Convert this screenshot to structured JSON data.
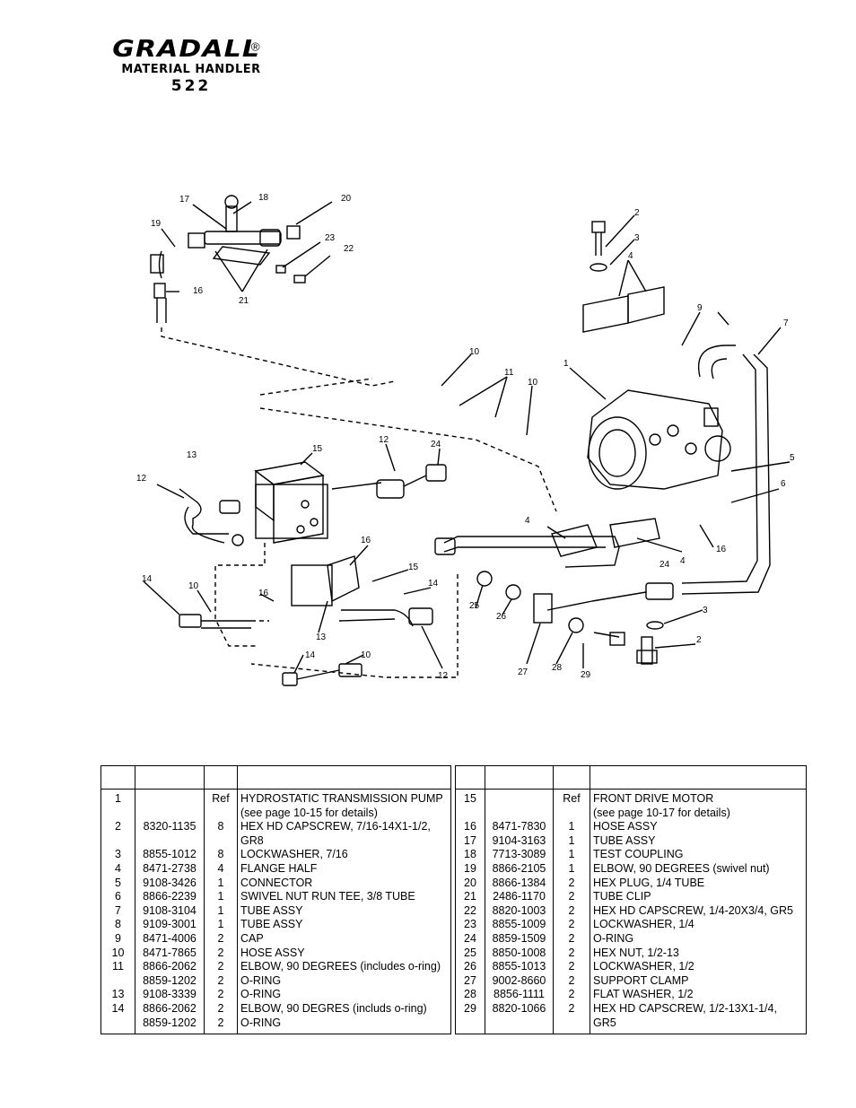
{
  "header": {
    "brand": "GRADALL",
    "registered": "®",
    "subtitle": "MATERIAL HANDLER",
    "model": "522"
  },
  "diagram": {
    "callouts": [
      "1",
      "2",
      "2",
      "3",
      "3",
      "4",
      "4",
      "4",
      "5",
      "6",
      "7",
      "9",
      "10",
      "10",
      "10",
      "10",
      "11",
      "12",
      "12",
      "12",
      "13",
      "13",
      "14",
      "14",
      "14",
      "15",
      "15",
      "16",
      "16",
      "16",
      "16",
      "17",
      "18",
      "20",
      "21",
      "22",
      "23",
      "24",
      "24",
      "25",
      "26",
      "27",
      "28",
      "29",
      "19"
    ]
  },
  "parts_table": {
    "headers": [
      "",
      "",
      "",
      ""
    ],
    "left": [
      {
        "item": "1",
        "part": "",
        "qty": "Ref",
        "desc": "HYDROSTATIC TRANSMISSION PUMP",
        "desc2": "(see page 10-15 for details)"
      },
      {
        "item": "2",
        "part": "8320-1135",
        "qty": "8",
        "desc": "HEX HD CAPSCREW, 7/16-14X1-1/2,",
        "desc2": "GR8"
      },
      {
        "item": "3",
        "part": "8855-1012",
        "qty": "8",
        "desc": "LOCKWASHER, 7/16",
        "desc2": ""
      },
      {
        "item": "4",
        "part": "8471-2738",
        "qty": "4",
        "desc": "FLANGE HALF",
        "desc2": ""
      },
      {
        "item": "5",
        "part": "9108-3426",
        "qty": "1",
        "desc": "CONNECTOR",
        "desc2": ""
      },
      {
        "item": "6",
        "part": "8866-2239",
        "qty": "1",
        "desc": "SWIVEL NUT RUN TEE, 3/8 TUBE",
        "desc2": ""
      },
      {
        "item": "7",
        "part": "9108-3104",
        "qty": "1",
        "desc": "TUBE ASSY",
        "desc2": ""
      },
      {
        "item": "8",
        "part": "9109-3001",
        "qty": "1",
        "desc": "TUBE ASSY",
        "desc2": ""
      },
      {
        "item": "9",
        "part": "8471-4006",
        "qty": "2",
        "desc": "CAP",
        "desc2": ""
      },
      {
        "item": "10",
        "part": "8471-7865",
        "qty": "2",
        "desc": "HOSE ASSY",
        "desc2": ""
      },
      {
        "item": "11",
        "part": "8866-2062",
        "qty": "2",
        "desc": "ELBOW, 90 DEGREES (includes o-ring)",
        "desc2": ""
      },
      {
        "item": "",
        "part": "8859-1202",
        "qty": "2",
        "desc": "O-RING",
        "desc2": ""
      },
      {
        "item": "13",
        "part": "9108-3339",
        "qty": "2",
        "desc": "O-RING",
        "desc2": ""
      },
      {
        "item": "14",
        "part": "8866-2062",
        "qty": "2",
        "desc": "ELBOW, 90 DEGRES (includs o-ring)",
        "desc2": ""
      },
      {
        "item": "",
        "part": "8859-1202",
        "qty": "2",
        "desc": "O-RING",
        "desc2": ""
      }
    ],
    "right": [
      {
        "item": "15",
        "part": "",
        "qty": "Ref",
        "desc": "FRONT DRIVE MOTOR",
        "desc2": "(see page 10-17 for details)"
      },
      {
        "item": "16",
        "part": "8471-7830",
        "qty": "1",
        "desc": "HOSE ASSY",
        "desc2": ""
      },
      {
        "item": "17",
        "part": "9104-3163",
        "qty": "1",
        "desc": "TUBE ASSY",
        "desc2": ""
      },
      {
        "item": "18",
        "part": "7713-3089",
        "qty": "1",
        "desc": "TEST COUPLING",
        "desc2": ""
      },
      {
        "item": "19",
        "part": "8866-2105",
        "qty": "1",
        "desc": "ELBOW, 90 DEGREES (swivel nut)",
        "desc2": ""
      },
      {
        "item": "20",
        "part": "8866-1384",
        "qty": "2",
        "desc": "HEX PLUG, 1/4 TUBE",
        "desc2": ""
      },
      {
        "item": "21",
        "part": "2486-1170",
        "qty": "2",
        "desc": "TUBE CLIP",
        "desc2": ""
      },
      {
        "item": "22",
        "part": "8820-1003",
        "qty": "2",
        "desc": "HEX HD CAPSCREW, 1/4-20X3/4, GR5",
        "desc2": ""
      },
      {
        "item": "23",
        "part": "8855-1009",
        "qty": "2",
        "desc": "LOCKWASHER, 1/4",
        "desc2": ""
      },
      {
        "item": "24",
        "part": "8859-1509",
        "qty": "2",
        "desc": "O-RING",
        "desc2": ""
      },
      {
        "item": "25",
        "part": "8850-1008",
        "qty": "2",
        "desc": "HEX NUT, 1/2-13",
        "desc2": ""
      },
      {
        "item": "26",
        "part": "8855-1013",
        "qty": "2",
        "desc": "LOCKWASHER, 1/2",
        "desc2": ""
      },
      {
        "item": "27",
        "part": "9002-8660",
        "qty": "2",
        "desc": "SUPPORT CLAMP",
        "desc2": ""
      },
      {
        "item": "28",
        "part": "8856-1111",
        "qty": "2",
        "desc": "FLAT WASHER, 1/2",
        "desc2": ""
      },
      {
        "item": "29",
        "part": "8820-1066",
        "qty": "2",
        "desc": "HEX HD CAPSCREW, 1/2-13X1-1/4,",
        "desc2": "GR5"
      }
    ]
  }
}
